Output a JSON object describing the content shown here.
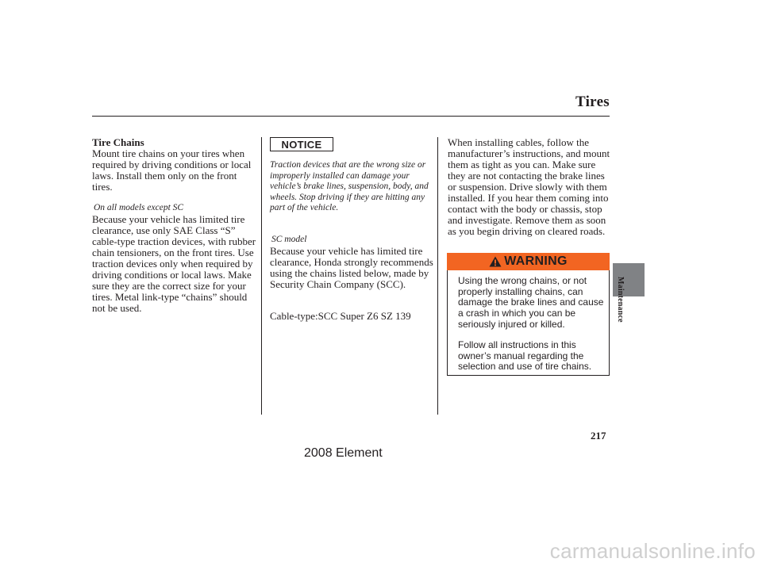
{
  "header": {
    "title": "Tires"
  },
  "col1": {
    "heading": "Tire Chains",
    "intro": "Mount tire chains on your tires when required by driving conditions or local laws. Install them only on the front tires.",
    "model_note": "On all models except SC",
    "body": "Because your vehicle has limited tire clearance, use only SAE Class “S” cable-type traction devices, with rubber chain tensioners, on the front tires. Use traction devices only when required by driving conditions or local laws. Make sure they are the correct size for your tires. Metal link-type “chains” should not be used."
  },
  "col2": {
    "notice_label": "NOTICE",
    "notice_text": "Traction devices that are the wrong size or improperly installed can damage your vehicle’s brake lines, suspension, body, and wheels. Stop driving if they are hitting any part of the vehicle.",
    "model_note": "SC model",
    "body": "Because your vehicle has limited tire clearance, Honda strongly recommends using the chains listed below, made by Security Chain Company (SCC).",
    "cable_type": "Cable-type:SCC Super Z6 SZ 139"
  },
  "col3": {
    "body": "When installing cables, follow the manufacturer’s instructions, and mount them as tight as you can. Make sure they are not contacting the brake lines or suspension. Drive slowly with them installed. If you hear them coming into contact with the body or chassis, stop and investigate. Remove them as soon as you begin driving on cleared roads.",
    "warning_label": "WARNING",
    "warning_p1": "Using the wrong chains, or not properly installing chains, can damage the brake lines and cause a crash in which you can be seriously injured or killed.",
    "warning_p2": "Follow all instructions in this owner’s manual regarding the selection and use of tire chains."
  },
  "sidebar": {
    "section_label": "Maintenance"
  },
  "page_number": "217",
  "footer_text": "2008  Element",
  "watermark": "carmanualsonline.info",
  "colors": {
    "warning_orange": "#f26522",
    "tab_gray": "#808285",
    "text": "#231f20"
  },
  "icons": {
    "warning": "warning-triangle-icon"
  }
}
